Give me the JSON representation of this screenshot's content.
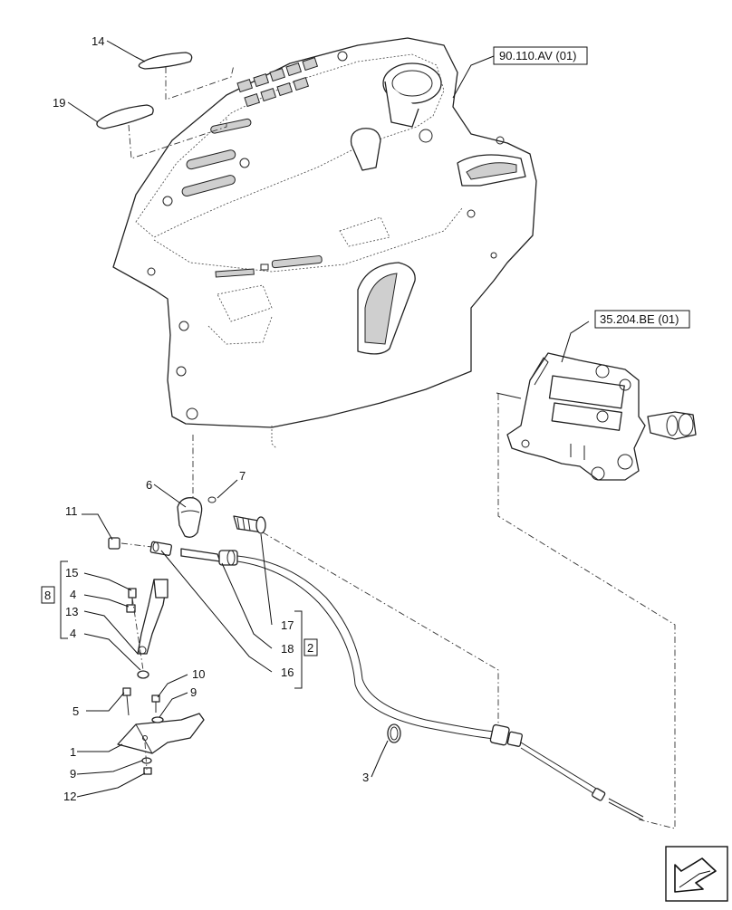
{
  "refs": {
    "ref_a": "90.110.AV (01)",
    "ref_b": "35.204.BE (01)"
  },
  "callouts": {
    "c14": "14",
    "c19": "19",
    "c6": "6",
    "c7": "7",
    "c11": "11",
    "c15": "15",
    "c4a": "4",
    "c13": "13",
    "c4b": "4",
    "c8": "8",
    "c17": "17",
    "c18": "18",
    "c2": "2",
    "c16": "16",
    "c10": "10",
    "c9a": "9",
    "c5": "5",
    "c1": "1",
    "c9b": "9",
    "c12": "12",
    "c3": "3"
  },
  "icons": {
    "nav": "next-page-arrow-icon"
  }
}
